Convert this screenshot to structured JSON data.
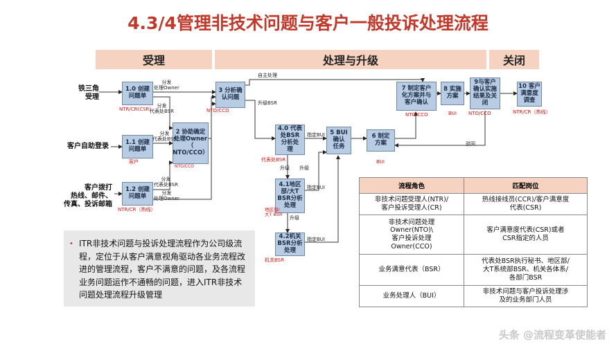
{
  "title": "4.3/4管理非技术问题与客户一般投诉处理流程",
  "phases": [
    "受理",
    "处理与升级",
    "关闭"
  ],
  "sources": {
    "s0": "铁三角\n受理",
    "s1": "客户自助登录",
    "s2": "客户拨打\n热线、邮件、\n传真、投诉邮箱"
  },
  "boxes": {
    "b10": "1.0 创建\n问题单",
    "b11": "1.1 创建\n问题单",
    "b12": "1.2 创建\n问题单",
    "b2": "2 协助确定\n处理Owner\n（\nNTO/CCO）",
    "b3": "3 分析确\n认问题",
    "b40": "4.0 代表\n处BSR\n分析处\n理",
    "b41": "4.1地区\n部/大T\nBSR分析\n处理",
    "b42": "4.2机关\nBSR分析\n处理",
    "b5": "5 BUI\n确认\n任务",
    "b6": "6 制定\n方案",
    "b7": "7 制定客户\n化方案并与\n客户确认",
    "b8": "8 实施\n方案",
    "b9": "9与客户\n确认实施\n结果及关\n闭",
    "b10c": "10 客户\n满意度\n调查"
  },
  "roles": {
    "r10": "NTR/CR(CSR)",
    "r11": "客户",
    "r12": "NTR/CR（热线）",
    "r2": "NTO/CCO",
    "r3": "NTO/CCO",
    "r40": "代表处BSR",
    "r41": "地区部/\n大T BSR",
    "r42": "机关BSR",
    "r6": "BUI",
    "r7": "NTO/CCO",
    "r8": "BUI",
    "r9": "NTO/CCO",
    "r10c": "NTR/CR（热线）"
  },
  "labels": {
    "l1": "分发\n处理Owner",
    "l2": "分发\n代表处BSR",
    "l3": "分发\n代表处BSR",
    "l4": "分发\n代表处BSR",
    "l5": "分发\n处理Owner",
    "l6": "自主处理",
    "l7": "升级BSR",
    "l8": "指定BUI",
    "l9": "升级",
    "l10": "升级",
    "l11": "指定BUI",
    "l12": "升级",
    "l13": "指定BUI",
    "l14": "驳回"
  },
  "note": "ITR非技术问题与投诉处理流程作为公司级流程，定位于从客户满意视角驱动各业务流程改进的管理流程，客户不满意的问题，及各流程业务问题运作不通畅的问题，进入ITR非技术问题处理流程升级管理",
  "table": {
    "headers": [
      "流程角色",
      "匹配岗位"
    ],
    "rows": [
      [
        "非技术问题受理人(NTR)/\n客户投诉受理人(CR)",
        "热线接线员(CCR)/客户满意度\n代表(CSR)"
      ],
      [
        "非技术问题处理\nOwner(NTO)\\\n客户投诉处理\nOwner(CCO)",
        "客户满意度代表(CSR)或者\nCSR指定的人员"
      ],
      [
        "业务满意代表（BSR）",
        "代表处BSR执行秘书、地区部/\n大T系统部BSR、机关各体系/\n各部门BSR"
      ],
      [
        "业务处理人（BUI）",
        "非技术问题与客户投诉处理涉\n及的业务部门人员"
      ]
    ]
  },
  "watermark": "头条 @流程变革使能者"
}
